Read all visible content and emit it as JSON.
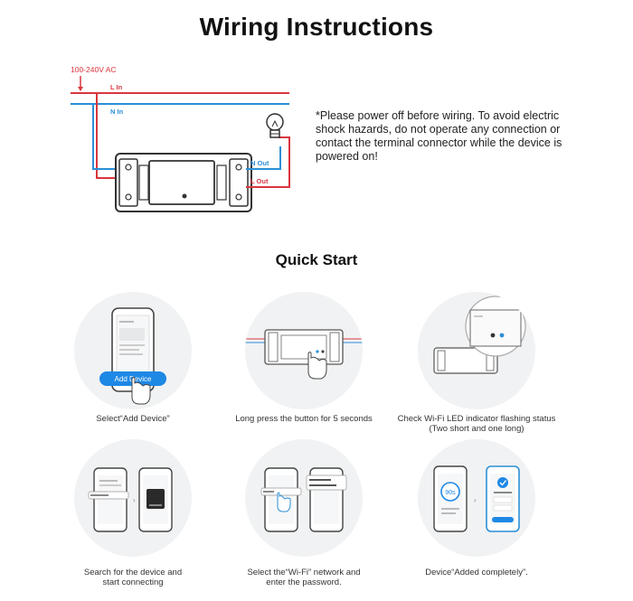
{
  "title": "Wiring Instructions",
  "wiring": {
    "voltage_label": "100-240V AC",
    "l_in": "L In",
    "n_in": "N In",
    "n_out": "N Out",
    "l_out": "L Out",
    "colors": {
      "live": "#d9363e",
      "neutral": "#2b8fd6"
    }
  },
  "warning": "*Please power off before wiring. To avoid electric shock hazards, do not operate any connection or contact the terminal connector while the device is powered on!",
  "quick_start": {
    "title": "Quick Start",
    "steps": [
      {
        "caption": "Select“Add Device”",
        "button_label": "Add Device"
      },
      {
        "caption": "Long press the button for 5 seconds"
      },
      {
        "caption_line1": "Check Wi-Fi LED indicator flashing status",
        "caption_line2": "(Two short and one long)"
      },
      {
        "caption_line1": "Search for the device and",
        "caption_line2": "start connecting"
      },
      {
        "caption_line1": "Select the“Wi-Fi” network and",
        "caption_line2": "enter the password."
      },
      {
        "caption": "Device“Added completely”.",
        "timer": "90s"
      }
    ]
  }
}
